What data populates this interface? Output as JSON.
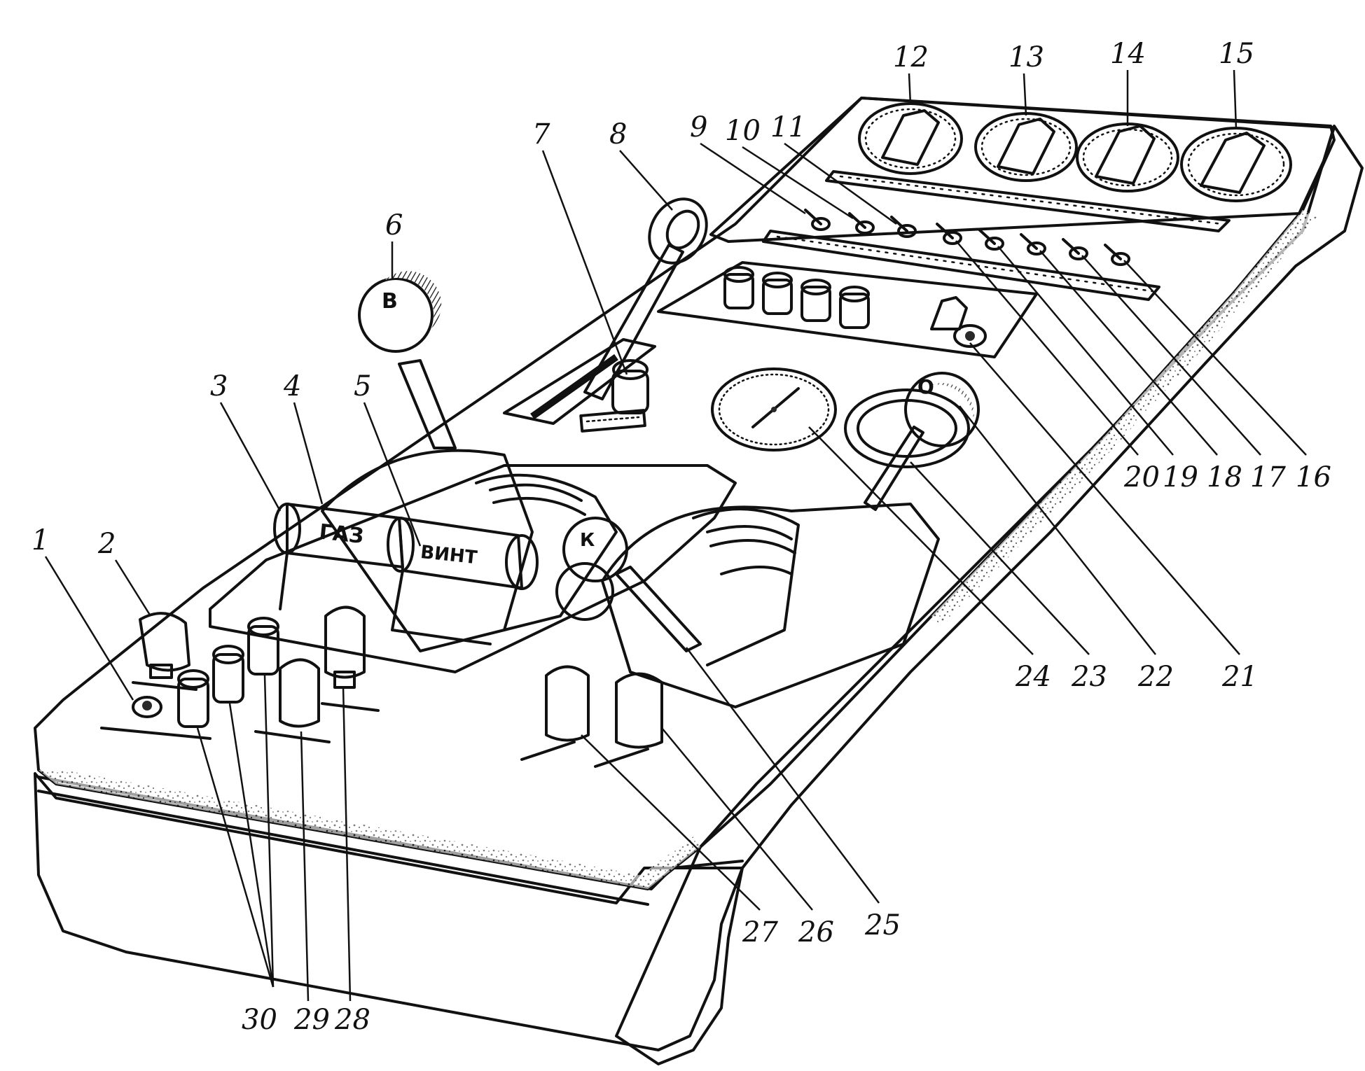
{
  "labels": {
    "gas": "ГАЗ",
    "prop": "ВИНТ",
    "knob_b": "В",
    "knob_k": "К",
    "knob_o": "О"
  },
  "callouts": [
    {
      "id": "1",
      "text": "1"
    },
    {
      "id": "2",
      "text": "2"
    },
    {
      "id": "3",
      "text": "3"
    },
    {
      "id": "4",
      "text": "4"
    },
    {
      "id": "5",
      "text": "5"
    },
    {
      "id": "6",
      "text": "6"
    },
    {
      "id": "7",
      "text": "7"
    },
    {
      "id": "8",
      "text": "8"
    },
    {
      "id": "9",
      "text": "9"
    },
    {
      "id": "10",
      "text": "10"
    },
    {
      "id": "11",
      "text": "11"
    },
    {
      "id": "12",
      "text": "12"
    },
    {
      "id": "13",
      "text": "13"
    },
    {
      "id": "14",
      "text": "14"
    },
    {
      "id": "15",
      "text": "15"
    },
    {
      "id": "16",
      "text": "16"
    },
    {
      "id": "17",
      "text": "17"
    },
    {
      "id": "18",
      "text": "18"
    },
    {
      "id": "19",
      "text": "19"
    },
    {
      "id": "20",
      "text": "20"
    },
    {
      "id": "21",
      "text": "21"
    },
    {
      "id": "22",
      "text": "22"
    },
    {
      "id": "23",
      "text": "23"
    },
    {
      "id": "24",
      "text": "24"
    },
    {
      "id": "25",
      "text": "25"
    },
    {
      "id": "26",
      "text": "26"
    },
    {
      "id": "27",
      "text": "27"
    },
    {
      "id": "28",
      "text": "28"
    },
    {
      "id": "29",
      "text": "29"
    },
    {
      "id": "30",
      "text": "30"
    }
  ]
}
